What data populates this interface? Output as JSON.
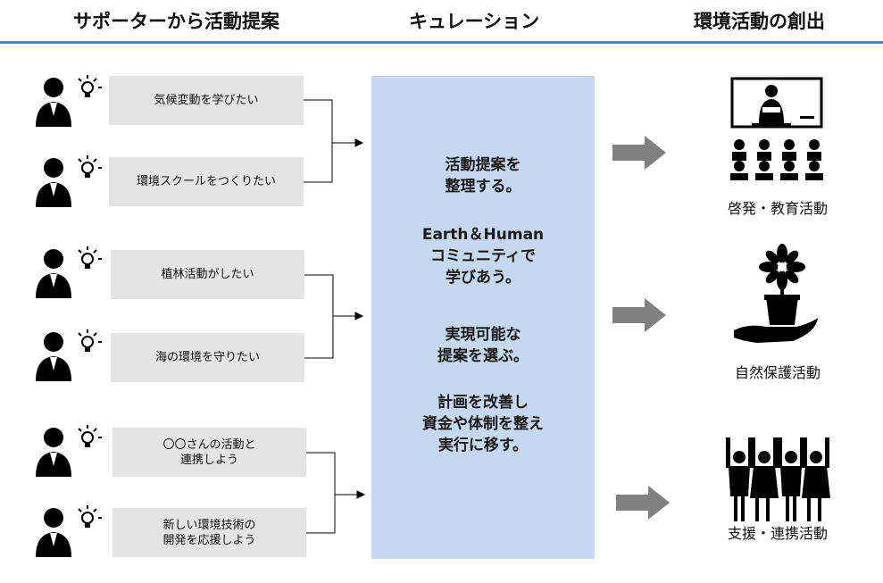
{
  "headers": {
    "left": "サポーターから活動提案",
    "center": "キュレーション",
    "right": "環境活動の創出"
  },
  "proposals": [
    {
      "text": "気候変動を学びたい"
    },
    {
      "text": "環境スクールをつくりたい"
    },
    {
      "text": "植林活動がしたい"
    },
    {
      "text": "海の環境を守りたい"
    },
    {
      "text": "〇〇さんの活動と\n連携しよう"
    },
    {
      "text": "新しい環境技術の\n開発を応援しよう"
    }
  ],
  "curation": [
    "活動提案を\n整理する。",
    "Earth＆Human\nコミュニティで\n学びあう。",
    "実現可能な\n提案を選ぶ。",
    "計画を改善し\n資金や体制を整え\n実行に移す。"
  ],
  "outcomes": [
    {
      "label": "啓発・教育活動",
      "icon": "classroom-icon"
    },
    {
      "label": "自然保護活動",
      "icon": "plant-in-hand-icon"
    },
    {
      "label": "支援・連携活動",
      "icon": "raised-hands-group-icon"
    }
  ],
  "colors": {
    "header_rule": "#4f81bd",
    "bubble": "#e4e4e4",
    "curation_box": "#c5d8ef",
    "arrow": "#808080"
  }
}
